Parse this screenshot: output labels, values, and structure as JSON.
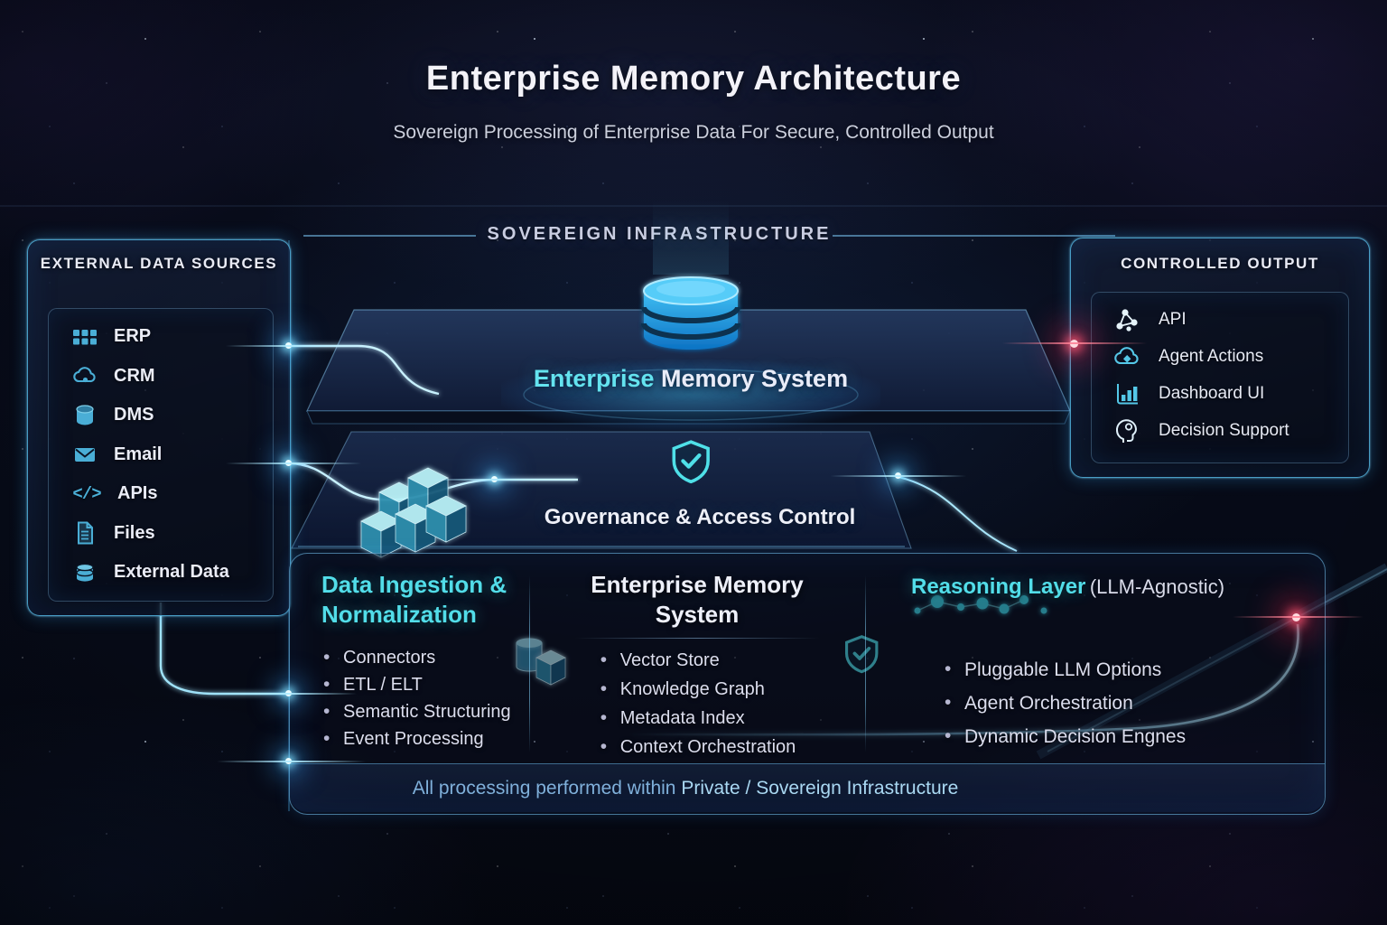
{
  "header": {
    "title": "Enterprise Memory Architecture",
    "subtitle": "Sovereign Processing of Enterprise Data For Secure, Controlled Output"
  },
  "zone_label": "SOVEREIGN INFRASTRUCTURE",
  "external_sources": {
    "title": "EXTERNAL DATA SOURCES",
    "items": [
      {
        "icon": "erp-grid-icon",
        "label": "ERP"
      },
      {
        "icon": "cloud-icon",
        "label": "CRM"
      },
      {
        "icon": "drum-database-icon",
        "label": "DMS"
      },
      {
        "icon": "envelope-icon",
        "label": "Email"
      },
      {
        "icon": "code-brackets-icon",
        "label": "APIs"
      },
      {
        "icon": "file-document-icon",
        "label": "Files"
      },
      {
        "icon": "database-stack-icon",
        "label": "External Data"
      }
    ]
  },
  "memory_platform": {
    "label_accent": "Enterprise",
    "label_rest": " Memory System"
  },
  "governance": {
    "label": "Governance & Access Control"
  },
  "controlled_output": {
    "title": "CONTROLLED OUTPUT",
    "items": [
      {
        "icon": "network-nodes-icon",
        "label": "API"
      },
      {
        "icon": "cloud-action-icon",
        "label": "Agent Actions"
      },
      {
        "icon": "bar-chart-icon",
        "label": "Dashboard UI"
      },
      {
        "icon": "head-profile-icon",
        "label": "Decision Support"
      }
    ]
  },
  "pipeline": {
    "columns": [
      {
        "title": "Data Ingestion & Normalization",
        "items": [
          "Connectors",
          "ETL / ELT",
          "Semantic Structuring",
          "Event Processing"
        ]
      },
      {
        "title": "Enterprise Memory System",
        "items": [
          "Vector Store",
          "Knowledge Graph",
          "Metadata Index",
          "Context Orchestration"
        ]
      },
      {
        "title": "Reasoning Layer",
        "title_suffix": "(LLM-Agnostic)",
        "items": [
          "Pluggable LLM Options",
          "Agent Orchestration",
          "Dynamic Decision Engnes"
        ]
      }
    ],
    "footer_prefix": "All processing performed within ",
    "footer_emphasis": "Private / Sovereign Infrastructure"
  },
  "colors": {
    "accent_cyan": "#55dde9",
    "icon_cyan": "#4aaed6",
    "line_cyan": "#aee9ff",
    "glow_red": "#ff4f63"
  }
}
